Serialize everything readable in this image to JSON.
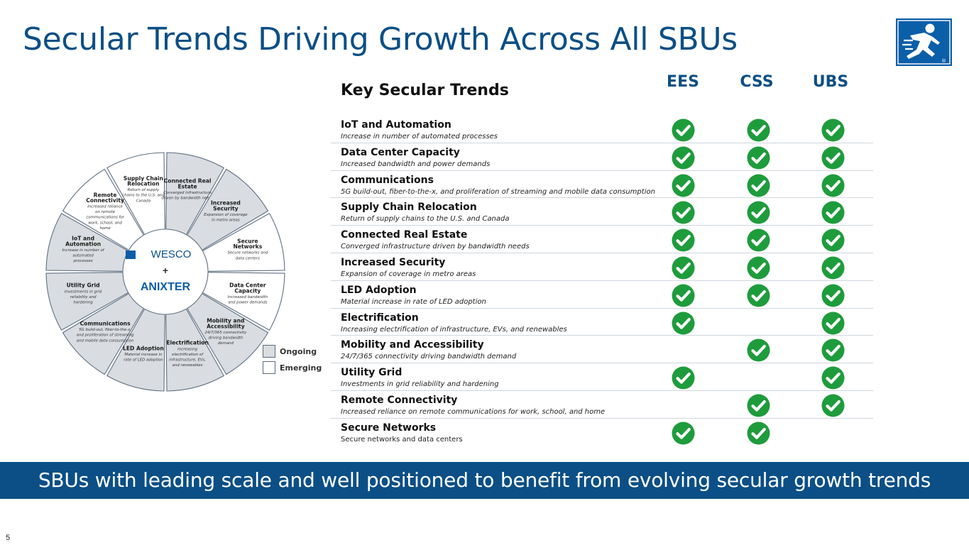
{
  "slide": {
    "title": "Secular Trends Driving Growth Across All SBUs",
    "page_number": "5",
    "banner": "SBUs with leading scale and well positioned to benefit from evolving secular growth trends",
    "logo_icon": "runner-logo-icon",
    "logo_mark": "®"
  },
  "colors": {
    "brand_blue": "#0b4f86",
    "check_green": "#1e9c3c"
  },
  "wheel": {
    "center_logos": {
      "top": "WESCO",
      "plus": "+",
      "bottom": "ANIXTER"
    },
    "segments": [
      {
        "title": [
          "IoT and",
          "Automation"
        ],
        "desc": [
          "Increase in number of",
          "automated",
          "processes"
        ]
      },
      {
        "title": [
          "Remote",
          "Connectivity"
        ],
        "desc": [
          "Increased reliance",
          "on remote",
          "communications for",
          "work, school, and",
          "home"
        ]
      },
      {
        "title": [
          "Supply Chain",
          "Relocation"
        ],
        "desc": [
          "Return of supply",
          "chains to the U.S. and",
          "Canada"
        ]
      },
      {
        "title": [
          "Connected Real",
          "Estate"
        ],
        "desc": [
          "Converged infrastructure",
          "driven by bandwidth needs"
        ]
      },
      {
        "title": [
          "Increased",
          "Security"
        ],
        "desc": [
          "Expansion of coverage",
          "in metro areas"
        ]
      },
      {
        "title": [
          "Secure",
          "Networks"
        ],
        "desc": [
          "Secure networks and",
          "data centers"
        ]
      },
      {
        "title": [
          "Data Center",
          "Capacity"
        ],
        "desc": [
          "Increased bandwidth",
          "and power demands"
        ]
      },
      {
        "title": [
          "Mobility and",
          "Accessibility"
        ],
        "desc": [
          "24/7/365 connectivity",
          "driving bandwidth",
          "demand"
        ]
      },
      {
        "title": [
          "Electrification"
        ],
        "desc": [
          "Increasing",
          "electrification of",
          "infrastructure, EVs,",
          "and renewables"
        ]
      },
      {
        "title": [
          "LED Adoption"
        ],
        "desc": [
          "Material increase in",
          "rate of LED adoption"
        ]
      },
      {
        "title": [
          "Communications"
        ],
        "desc": [
          "5G build-out, fiber-to-the-x,",
          "and proliferation of streaming",
          "and mobile data consumption"
        ]
      },
      {
        "title": [
          "Utility Grid"
        ],
        "desc": [
          "Investments in grid",
          "reliability and",
          "hardening"
        ]
      }
    ]
  },
  "legend": [
    {
      "label": "Ongoing",
      "fill": "#d9dde1"
    },
    {
      "label": "Emerging",
      "fill": "#ffffff"
    }
  ],
  "table": {
    "heading": "Key Secular Trends",
    "columns": [
      "EES",
      "CSS",
      "UBS"
    ],
    "rows": [
      {
        "title": "IoT and Automation",
        "desc": "Increase in number of automated processes",
        "checks": [
          true,
          true,
          true
        ]
      },
      {
        "title": "Data Center Capacity",
        "desc": "Increased bandwidth and power demands",
        "checks": [
          true,
          true,
          true
        ]
      },
      {
        "title": "Communications",
        "desc": "5G build-out, fiber-to-the-x, and proliferation of streaming and mobile data consumption",
        "checks": [
          true,
          true,
          true
        ]
      },
      {
        "title": "Supply Chain Relocation",
        "desc": "Return of supply chains to the U.S. and Canada",
        "checks": [
          true,
          true,
          true
        ]
      },
      {
        "title": "Connected Real Estate",
        "desc": "Converged infrastructure driven by bandwidth needs",
        "checks": [
          true,
          true,
          true
        ]
      },
      {
        "title": "Increased Security",
        "desc": "Expansion of coverage in metro areas",
        "checks": [
          true,
          true,
          true
        ]
      },
      {
        "title": "LED Adoption",
        "desc": "Material increase in rate of LED adoption",
        "checks": [
          true,
          true,
          true
        ]
      },
      {
        "title": "Electrification",
        "desc": "Increasing electrification of infrastructure, EVs, and renewables",
        "checks": [
          true,
          false,
          true
        ]
      },
      {
        "title": "Mobility and Accessibility",
        "desc": "24/7/365 connectivity driving bandwidth demand",
        "checks": [
          false,
          true,
          true
        ]
      },
      {
        "title": "Utility Grid",
        "desc": "Investments in grid reliability and  hardening",
        "checks": [
          true,
          false,
          true
        ]
      },
      {
        "title": "Remote Connectivity",
        "desc": "Increased reliance on remote communications for work, school, and home",
        "checks": [
          false,
          true,
          true
        ]
      },
      {
        "title": "Secure Networks",
        "desc": "Secure networks and data centers",
        "checks": [
          true,
          true,
          false
        ]
      }
    ]
  }
}
